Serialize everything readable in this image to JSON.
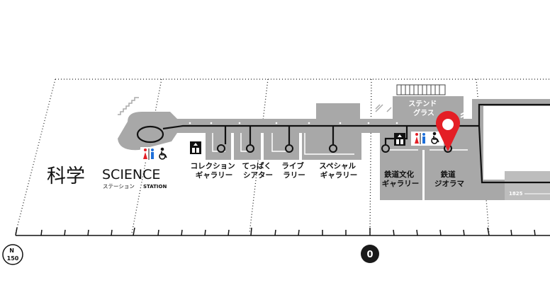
{
  "zone": {
    "title_kanji": "科学",
    "title_en": "SCIENCE",
    "subtitle_kana": "ステーション",
    "subtitle_en": "STATION"
  },
  "exhibits": [
    {
      "id": "collection-gallery",
      "line1": "コレクション",
      "line2": "ギャラリー"
    },
    {
      "id": "teppaku-theater",
      "line1": "てっぱく",
      "line2": "シアター"
    },
    {
      "id": "live-rally",
      "line1": "ライブ",
      "line2": "ラリー"
    },
    {
      "id": "special-gallery",
      "line1": "スペシャル",
      "line2": "ギャラリー"
    },
    {
      "id": "railway-culture-gallery",
      "line1": "鉄道文化",
      "line2": "ギャラリー"
    },
    {
      "id": "railway-diorama",
      "line1": "鉄道",
      "line2": "ジオラマ"
    }
  ],
  "stand": {
    "line1": "ステンド",
    "line2": "グラス"
  },
  "ruler": {
    "zero_label": "0",
    "year_label": "1825"
  },
  "badge": {
    "line1": "N",
    "line2": "150"
  },
  "colors": {
    "floor": "#a8a8a8",
    "route": "#111111",
    "pin": "#e41e25",
    "women": "#e41e25",
    "men": "#1e6fd9"
  },
  "current_location": "railway-diorama"
}
